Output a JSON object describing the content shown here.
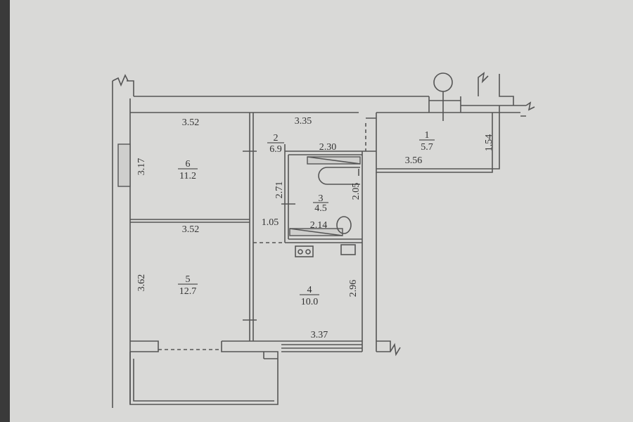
{
  "rooms": [
    {
      "number": "1",
      "area": "5.7"
    },
    {
      "number": "2",
      "area": "6.9"
    },
    {
      "number": "3",
      "area": "4.5"
    },
    {
      "number": "4",
      "area": "10.0"
    },
    {
      "number": "5",
      "area": "12.7"
    },
    {
      "number": "6",
      "area": "11.2"
    }
  ],
  "dimensions": {
    "room6_width": "3.52",
    "room6_height": "3.17",
    "room5_width": "3.52",
    "room5_height": "3.62",
    "room2_width": "3.35",
    "corridor_width": "1.05",
    "bath_height": "2.71",
    "bath_top": "2.30",
    "bath_bottom": "2.14",
    "bath_right": "2.05",
    "room1_width": "3.56",
    "room1_height": "1.54",
    "room4_width": "3.37",
    "room4_height": "2.96"
  },
  "colors": {
    "paper": "#d9d9d7",
    "line": "#555555"
  }
}
